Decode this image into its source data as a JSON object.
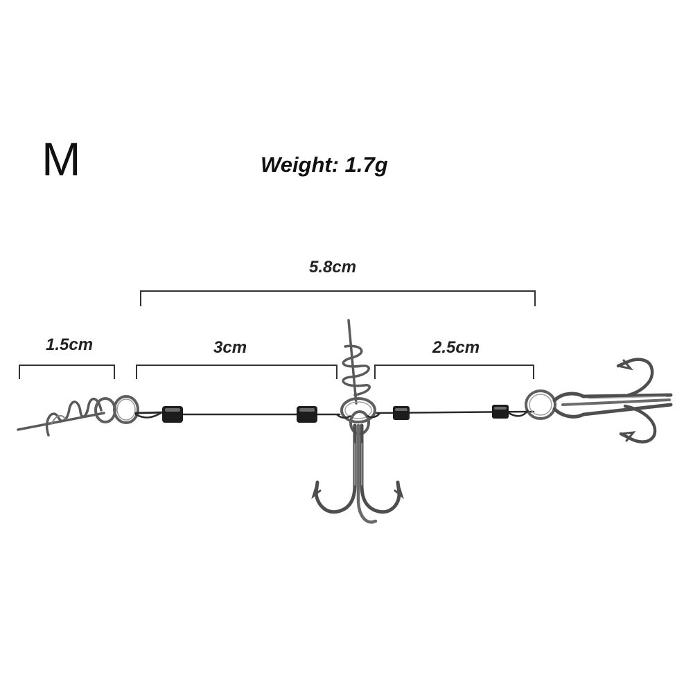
{
  "product": {
    "size": "M",
    "weight": "Weight: 1.7g"
  },
  "dimensions": {
    "total": "5.8cm",
    "screw_section": "1.5cm",
    "front_section": "3cm",
    "rear_section": "2.5cm"
  },
  "colors": {
    "text": "#111111",
    "wire": "#2a2a2a",
    "metal": "#6e6e6e",
    "crimp": "#1c1c1c"
  }
}
